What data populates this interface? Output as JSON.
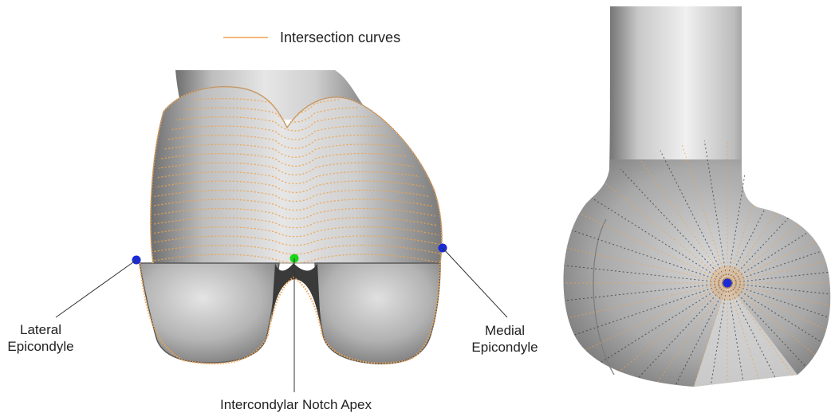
{
  "legend": {
    "label": "Intersection curves",
    "swatch_color": "#f2a24a"
  },
  "labels": {
    "lateral_line1": "Lateral",
    "lateral_line2": "Epicondyle",
    "medial_line1": "Medial",
    "medial_line2": "Epicondyle",
    "notch": "Intercondylar Notch Apex"
  },
  "colors": {
    "bone": "#c4c4c4",
    "curve": "#f2a24a",
    "epicondyle_marker": "#1a2bd6",
    "notch_marker": "#19d419",
    "leader_line": "#333333"
  }
}
